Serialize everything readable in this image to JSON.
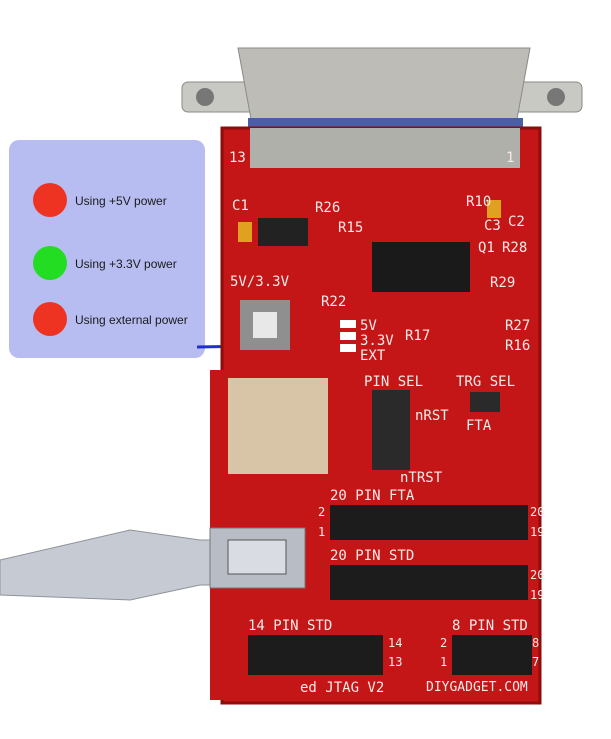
{
  "legend": {
    "items": [
      {
        "label": "Using +5V power",
        "color": "#ee3322"
      },
      {
        "label": "Using +3.3V power",
        "color": "#22dd22"
      },
      {
        "label": "Using external power",
        "color": "#ee3322"
      }
    ]
  },
  "board": {
    "pin13": "13",
    "pin1": "1",
    "c1": "C1",
    "r26": "R26",
    "r15": "R15",
    "r10": "R10",
    "c3": "C3",
    "c2": "C2",
    "q1": "Q1",
    "r28": "R28",
    "r29": "R29",
    "r27": "R27",
    "r22": "R22",
    "r17": "R17",
    "r16": "R16",
    "v5v33": "5V/3.3V",
    "led5v": "5V",
    "led33v": "3.3V",
    "ledext": "EXT",
    "pinsel": "PIN SEL",
    "trgsel": "TRG SEL",
    "nrst": "nRST",
    "ntrst": "nTRST",
    "fta": "FTA",
    "pin20fta": "20 PIN FTA",
    "pin20std": "20 PIN STD",
    "pin14std": "14 PIN STD",
    "pin8std": "8 PIN STD",
    "n20a": "20",
    "n19a": "19",
    "n2a": "2",
    "n1a": "1",
    "n20b": "20",
    "n19b": "19",
    "n14": "14",
    "n13": "13",
    "n8": "8",
    "n7": "7",
    "n2": "2",
    "n1": "1",
    "title": "ed JTAG V2",
    "brand": "DIYGADGET.COM"
  }
}
